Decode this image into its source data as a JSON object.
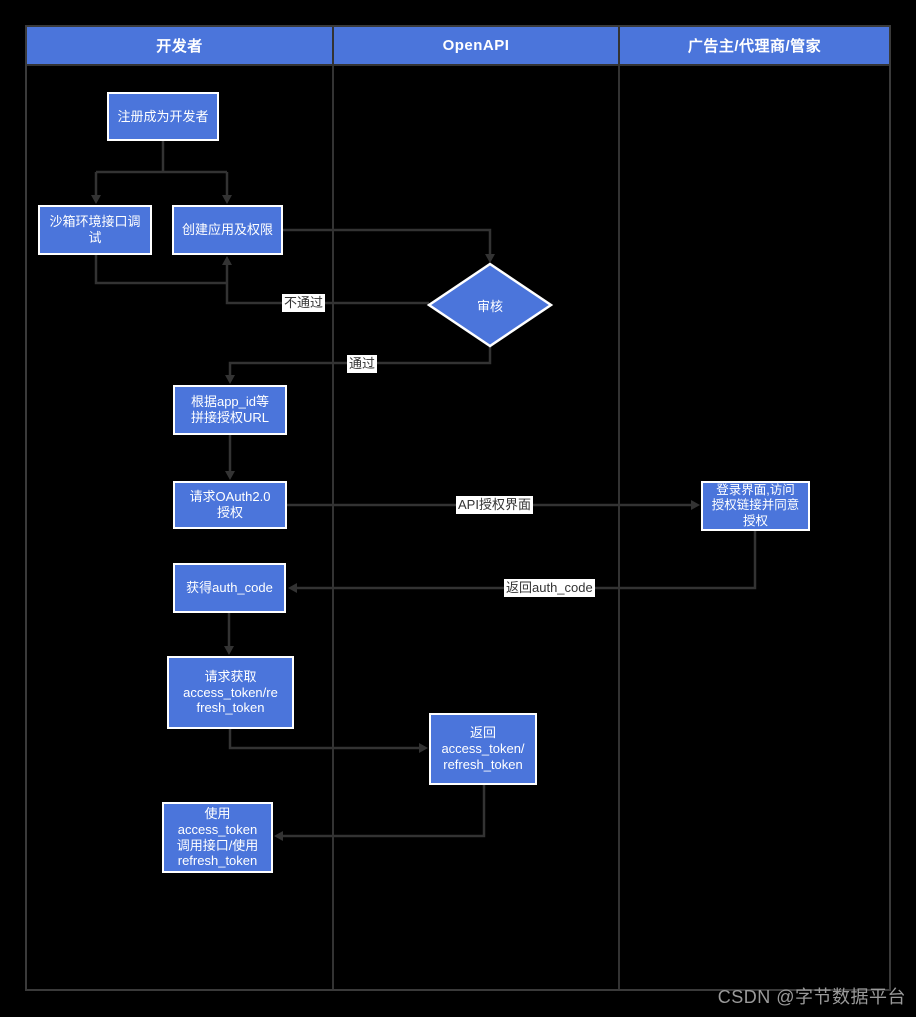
{
  "header": {
    "lanes": [
      {
        "label": "开发者"
      },
      {
        "label": "OpenAPI"
      },
      {
        "label": "广告主/代理商/管家"
      }
    ]
  },
  "nodes": {
    "register": {
      "label": "注册成为开发者"
    },
    "sandbox": {
      "label": "沙箱环境接口调\n试"
    },
    "create_app": {
      "label": "创建应用及权限"
    },
    "review": {
      "label": "审核"
    },
    "build_url": {
      "label": "根据app_id等\n拼接授权URL"
    },
    "request_oauth": {
      "label": "请求OAuth2.0\n授权"
    },
    "login_page": {
      "label": "登录界面,访问\n授权链接并同意\n授权"
    },
    "get_auth_code": {
      "label": "获得auth_code"
    },
    "request_token": {
      "label": "请求获取\naccess_token/re\nfresh_token"
    },
    "return_token": {
      "label": "返回\naccess_token/\nrefresh_token"
    },
    "use_token": {
      "label": "使用\naccess_token\n调用接口/使用\nrefresh_token"
    }
  },
  "edge_labels": {
    "reject": "不通过",
    "pass": "通过",
    "api_auth_page": "API授权界面",
    "return_auth_code": "返回auth_code"
  },
  "edges": [
    {
      "from": "注册成为开发者",
      "to": "沙箱环境接口调试"
    },
    {
      "from": "注册成为开发者",
      "to": "创建应用及权限"
    },
    {
      "from": "创建应用及权限",
      "to": "审核"
    },
    {
      "from": "审核",
      "to": "创建应用及权限",
      "label": "不通过"
    },
    {
      "from": "沙箱环境接口调试",
      "to": "创建应用及权限"
    },
    {
      "from": "审核",
      "to": "根据app_id等拼接授权URL",
      "label": "通过"
    },
    {
      "from": "根据app_id等拼接授权URL",
      "to": "请求OAuth2.0授权"
    },
    {
      "from": "请求OAuth2.0授权",
      "to": "登录界面,访问授权链接并同意授权",
      "label": "API授权界面"
    },
    {
      "from": "登录界面,访问授权链接并同意授权",
      "to": "获得auth_code",
      "label": "返回auth_code"
    },
    {
      "from": "获得auth_code",
      "to": "请求获取access_token/refresh_token"
    },
    {
      "from": "请求获取access_token/refresh_token",
      "to": "返回access_token/refresh_token"
    },
    {
      "from": "返回access_token/refresh_token",
      "to": "使用access_token调用接口/使用refresh_token"
    }
  ],
  "watermark": {
    "text": "CSDN @字节数据平台"
  },
  "colors": {
    "background": "#000000",
    "node_fill": "#4b75db",
    "node_border": "#ffffff",
    "node_text": "#ffffff",
    "arrow_line": "#333333",
    "frame_border": "#3a3a3a",
    "chip_bg": "#ffffff",
    "chip_text": "#333333",
    "watermark_text": "#9a9a9a"
  }
}
